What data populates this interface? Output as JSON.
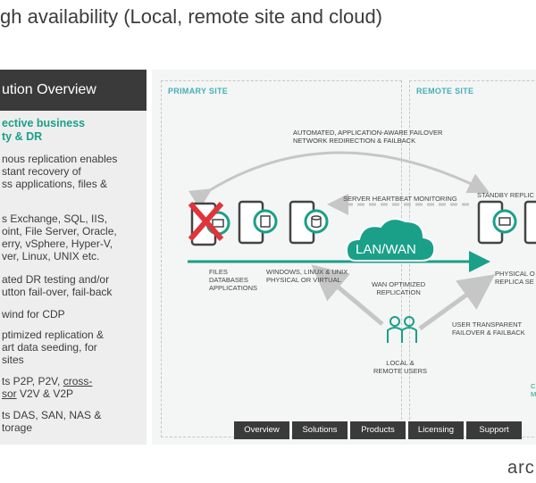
{
  "slide": {
    "title": "gh availability (Local, remote site and cloud)"
  },
  "left_panel": {
    "header": "ution Overview",
    "subheading_lines": [
      "ective business",
      "ty & DR"
    ],
    "bullets": [
      {
        "lines": [
          "nous replication enables",
          "stant recovery of",
          "ss applications, files &"
        ]
      },
      {
        "lines": [
          "s Exchange, SQL, IIS,",
          "oint, File Server, Oracle,",
          "erry, vSphere, Hyper-V,",
          "ver, Linux, UNIX etc."
        ]
      },
      {
        "lines": [
          "ated DR testing and/or",
          "utton fail-over, fail-back"
        ]
      },
      {
        "lines": [
          "wind for CDP"
        ]
      },
      {
        "lines": [
          "ptimized replication &",
          "art data seeding, for",
          "sites"
        ]
      },
      {
        "lines": [
          "ts P2P, P2V, ",
          "sor V2V & V2P"
        ],
        "underlined": [
          "cross-",
          "sor"
        ]
      },
      {
        "lines": [
          "ts DAS, SAN, NAS &",
          "torage"
        ]
      }
    ]
  },
  "diagram": {
    "primary_site_label": "PRIMARY SITE",
    "remote_site_label": "REMOTE SITE",
    "failover_label": [
      "AUTOMATED, APPLICATION-AWARE FAILOVER",
      "NETWORK REDIRECTION & FAILBACK"
    ],
    "heartbeat_label": "SERVER HEARTBEAT MONITORING",
    "standby_label": "STANDBY REPLIC",
    "lan_wan": "LAN/WAN",
    "files_label": [
      "FILES",
      "DATABASES",
      "APPLICATIONS"
    ],
    "os_label": [
      "WINDOWS, LINUX & UNIX",
      "PHYSICAL OR VIRTUAL"
    ],
    "wan_label": [
      "WAN OPTIMIZED",
      "REPLICATION"
    ],
    "physical_label": [
      "PHYSICAL O",
      "REPLICA SE"
    ],
    "user_failover_label": [
      "USER TRANSPARENT",
      "FAILOVER & FAILBACK"
    ],
    "users_label": [
      "LOCAL &",
      "REMOTE USERS"
    ],
    "right_edge_label": [
      "C",
      "M"
    ],
    "colors": {
      "teal": "#1aa088",
      "accent_label": "#45b0b6",
      "fail_red": "#e0343a",
      "dark": "#3a3a3a"
    }
  },
  "nav": {
    "items": [
      {
        "label": "Overview"
      },
      {
        "label": "Solutions"
      },
      {
        "label": "Products"
      },
      {
        "label": "Licensing"
      },
      {
        "label": "Support"
      }
    ]
  },
  "brand": {
    "logo_text": "arc"
  }
}
